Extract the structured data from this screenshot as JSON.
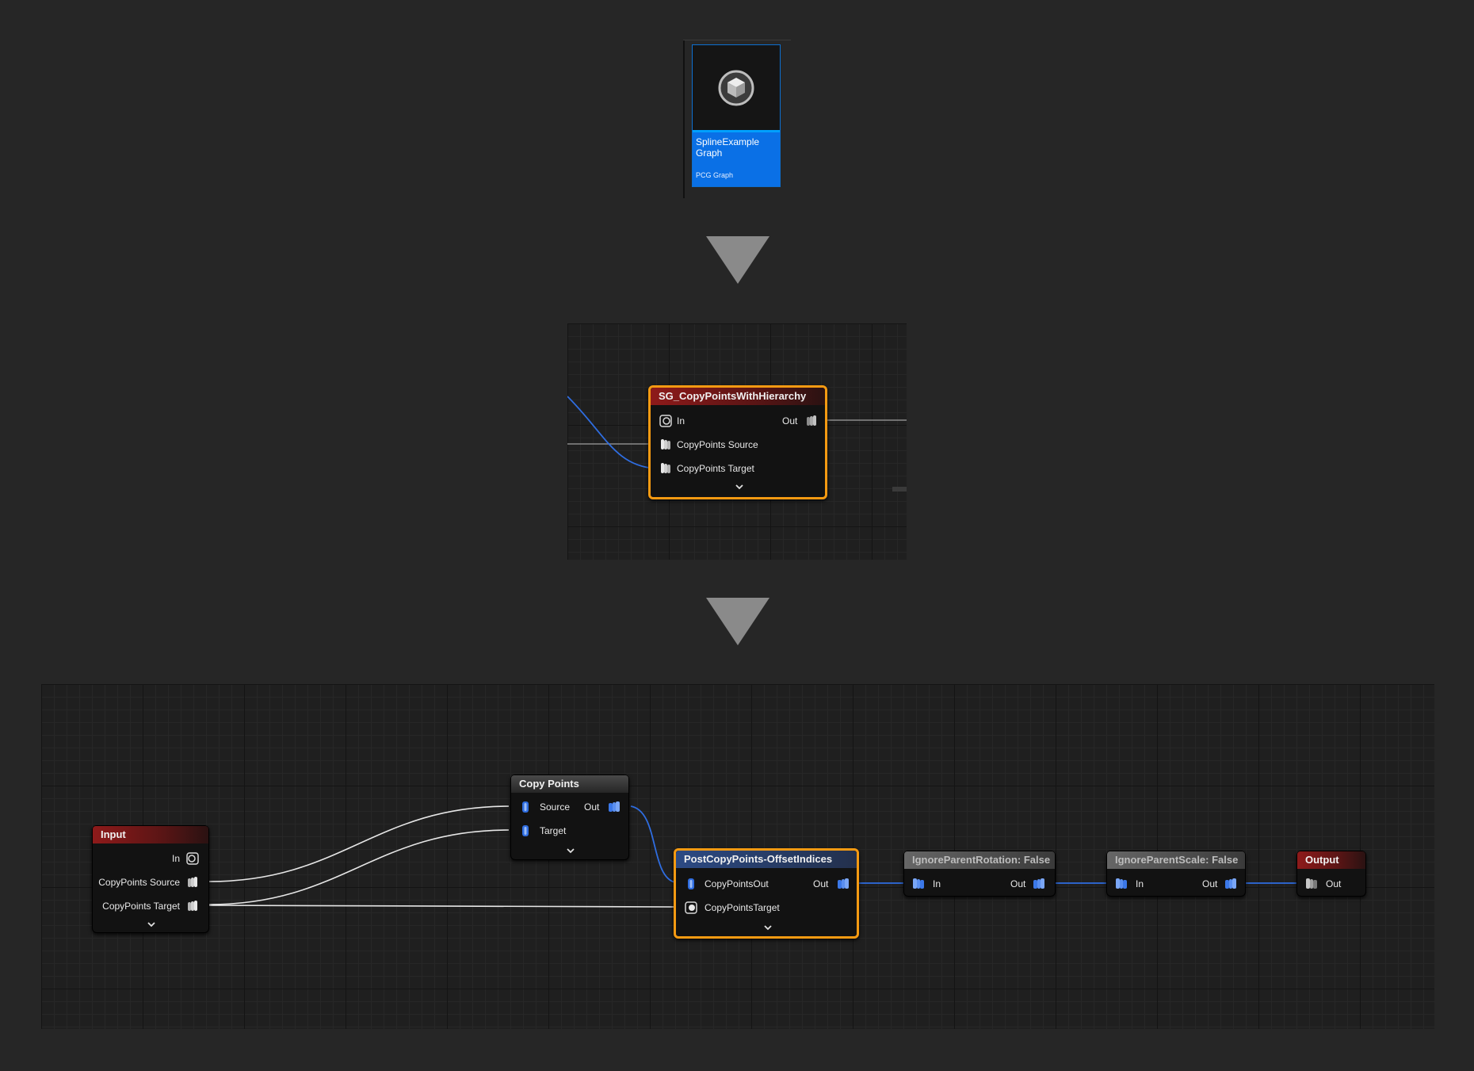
{
  "asset": {
    "name": "SplineExample Graph",
    "type": "PCG Graph",
    "thumbnail_icon": "cube-icon"
  },
  "colors": {
    "background": "#262626",
    "selection": "#f59a12",
    "wire_white": "#e6e6e6",
    "wire_blue": "#2f6de0",
    "asset_label": "#0a70e6"
  },
  "subgraph_panel": {
    "node": {
      "title": "SG_CopyPointsWithHierarchy",
      "pins": {
        "in": "In",
        "out": "Out",
        "source": "CopyPoints Source",
        "target": "CopyPoints Target"
      }
    }
  },
  "main_graph": {
    "input_node": {
      "title": "Input",
      "pins": {
        "in": "In",
        "source": "CopyPoints Source",
        "target": "CopyPoints Target"
      }
    },
    "copy_points_node": {
      "title": "Copy Points",
      "pins": {
        "source": "Source",
        "target": "Target",
        "out": "Out"
      }
    },
    "post_copy_node": {
      "title": "PostCopyPoints-OffsetIndices",
      "pins": {
        "copy_out": "CopyPointsOut",
        "copy_target": "CopyPointsTarget",
        "out": "Out"
      }
    },
    "ignore_rotation_node": {
      "title": "IgnoreParentRotation: False",
      "pins": {
        "in": "In",
        "out": "Out"
      }
    },
    "ignore_scale_node": {
      "title": "IgnoreParentScale: False",
      "pins": {
        "in": "In",
        "out": "Out"
      }
    },
    "output_node": {
      "title": "Output",
      "pins": {
        "out": "Out"
      }
    }
  }
}
